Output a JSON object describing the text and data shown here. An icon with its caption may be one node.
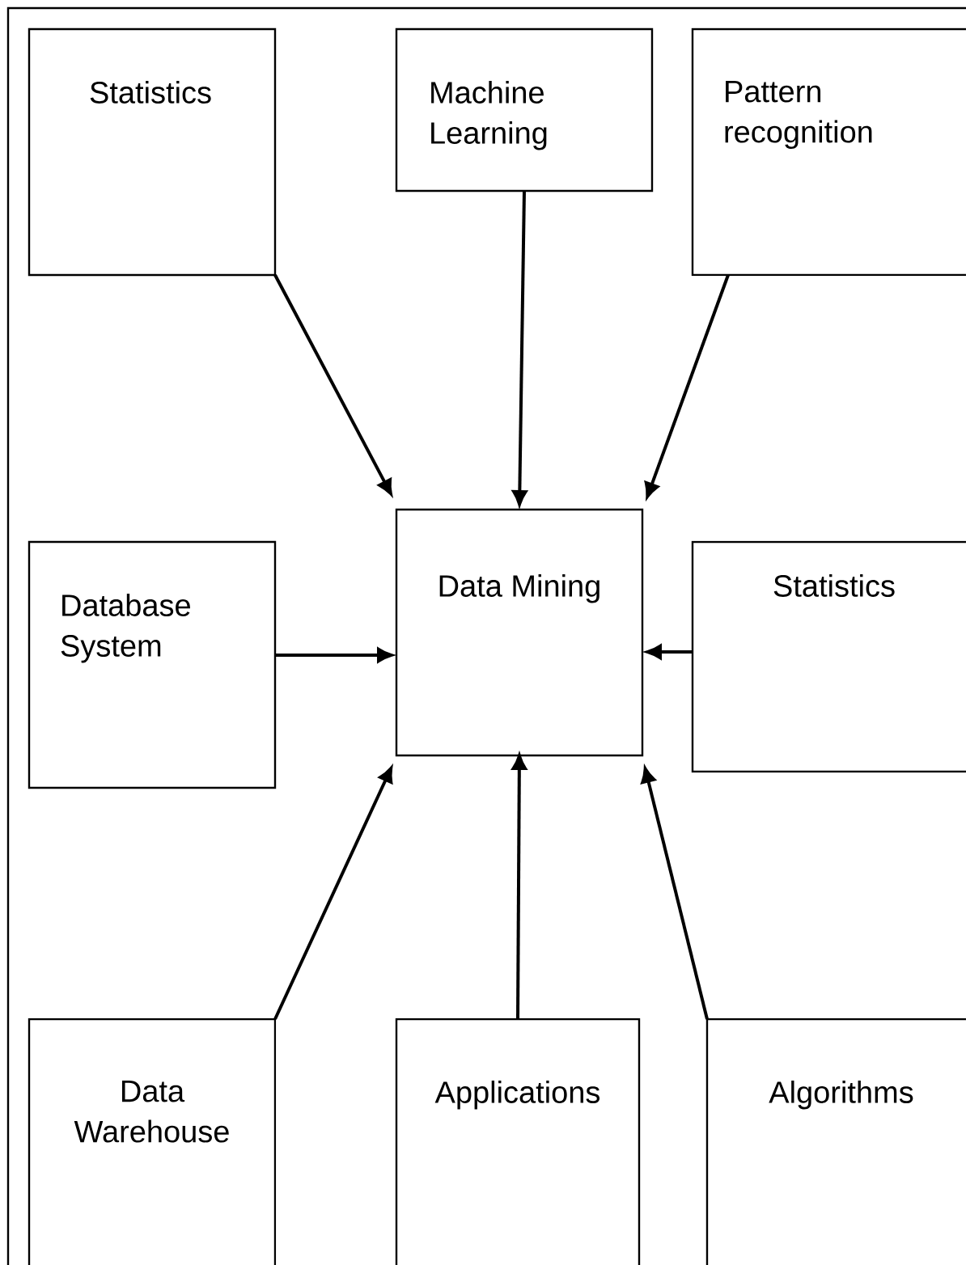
{
  "diagram": {
    "nodes": [
      {
        "text": [
          "Statistics"
        ]
      },
      {
        "text": [
          "Machine Learning"
        ]
      },
      {
        "text": [
          "Pattern recognition"
        ]
      },
      {
        "text": [
          "Database System"
        ]
      },
      {
        "text": [
          "Data Mining"
        ]
      },
      {
        "text": [
          "Statistics"
        ]
      },
      {
        "text": [
          "Data Warehouse"
        ]
      },
      {
        "text": [
          "Applications"
        ]
      },
      {
        "text": [
          "Algorithms"
        ]
      }
    ],
    "edges": [
      {
        "from": 0,
        "to": 4,
        "arrow": "to"
      },
      {
        "from": 1,
        "to": 4,
        "arrow": "to"
      },
      {
        "from": 2,
        "to": 4,
        "arrow": "to"
      },
      {
        "from": 3,
        "to": 4,
        "arrow": "to"
      },
      {
        "from": 5,
        "to": 4,
        "arrow": "to"
      },
      {
        "from": 6,
        "to": 4,
        "arrow": "to"
      },
      {
        "from": 7,
        "to": 4,
        "arrow": "to"
      },
      {
        "from": 8,
        "to": 4,
        "arrow": "to"
      }
    ]
  }
}
